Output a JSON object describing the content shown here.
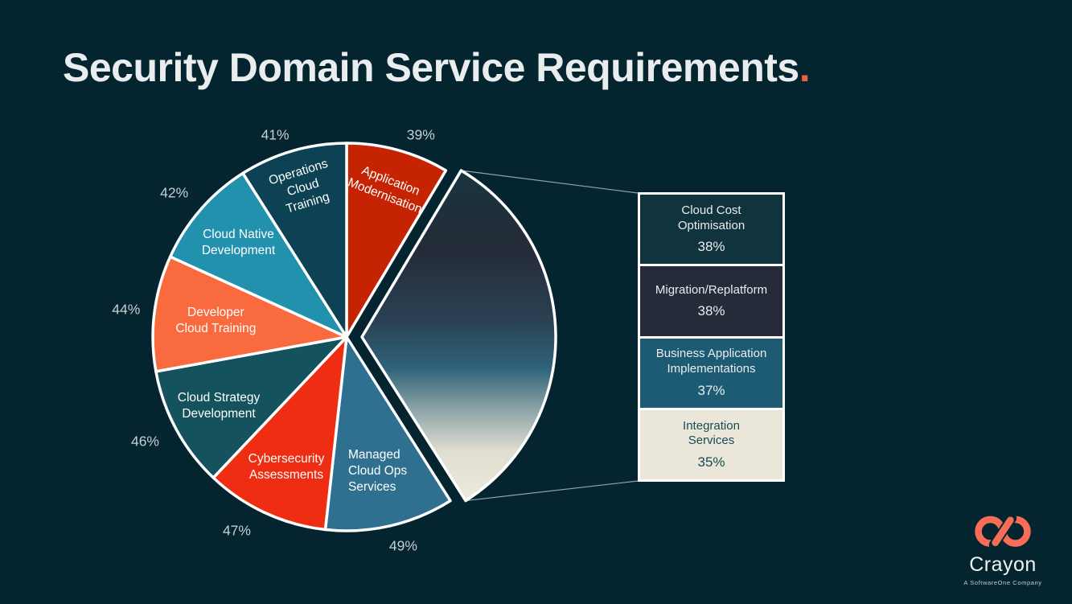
{
  "title": {
    "text": "Security Domain Service Requirements",
    "dot": "."
  },
  "colors": {
    "background": "#042430",
    "title_text": "#EAEDED",
    "title_dot": "#F2613F",
    "slice_stroke": "#FFFFFF",
    "pct_label": "#C5CFD1",
    "connector_line": "#9FB2B5",
    "logo_coral": "#F96C55"
  },
  "chart_data": {
    "type": "pie",
    "title": "Security Domain Service Requirements",
    "legend_position": "right-breakout-box",
    "slices": [
      {
        "id": "application-modernisation",
        "label": "Application\nModernisation",
        "pct": "39%",
        "value": 39,
        "color": "#C52301"
      },
      {
        "id": "breakout-wedge",
        "label": "",
        "pct": "",
        "value": 148,
        "breakout": true
      },
      {
        "id": "managed-cloud-ops-services",
        "label": "Managed\nCloud Ops\nServices",
        "pct": "49%",
        "value": 49,
        "color": "#2F7090"
      },
      {
        "id": "cybersecurity-assessments",
        "label": "Cybersecurity\nAssessments",
        "pct": "47%",
        "value": 47,
        "color": "#EF2D12"
      },
      {
        "id": "cloud-strategy-development",
        "label": "Cloud Strategy\nDevelopment",
        "pct": "46%",
        "value": 46,
        "color": "#14525E"
      },
      {
        "id": "developer-cloud-training",
        "label": "Developer\nCloud Training",
        "pct": "44%",
        "value": 44,
        "color": "#F96A3E"
      },
      {
        "id": "cloud-native-development",
        "label": "Cloud Native\nDevelopment",
        "pct": "42%",
        "value": 42,
        "color": "#2191AD"
      },
      {
        "id": "operations-cloud-training",
        "label": "Operations\nCloud\nTraining",
        "pct": "41%",
        "value": 41,
        "color": "#0C4254"
      }
    ],
    "breakout_items": [
      {
        "label": "Cloud Cost\nOptimisation",
        "pct": "38%",
        "value": 38,
        "color": "#11333D",
        "text_color": "#E9EDED"
      },
      {
        "label": "Migration/Replatform",
        "pct": "38%",
        "value": 38,
        "color": "#262B3A",
        "text_color": "#E9EDED"
      },
      {
        "label": "Business Application\nImplementations",
        "pct": "37%",
        "value": 37,
        "color": "#1D5A73",
        "text_color": "#E9EDED"
      },
      {
        "label": "Integration\nServices",
        "pct": "35%",
        "value": 35,
        "color": "#EAE6DA",
        "text_color": "#1A4A55"
      }
    ],
    "breakout_gradient": [
      "#18343F",
      "#252B38",
      "#2A4254",
      "#2F6379",
      "#90A6AA",
      "#DFDDCF",
      "#EDEADE"
    ]
  },
  "logo": {
    "name": "Crayon",
    "tagline": "A SoftwareOne Company"
  }
}
